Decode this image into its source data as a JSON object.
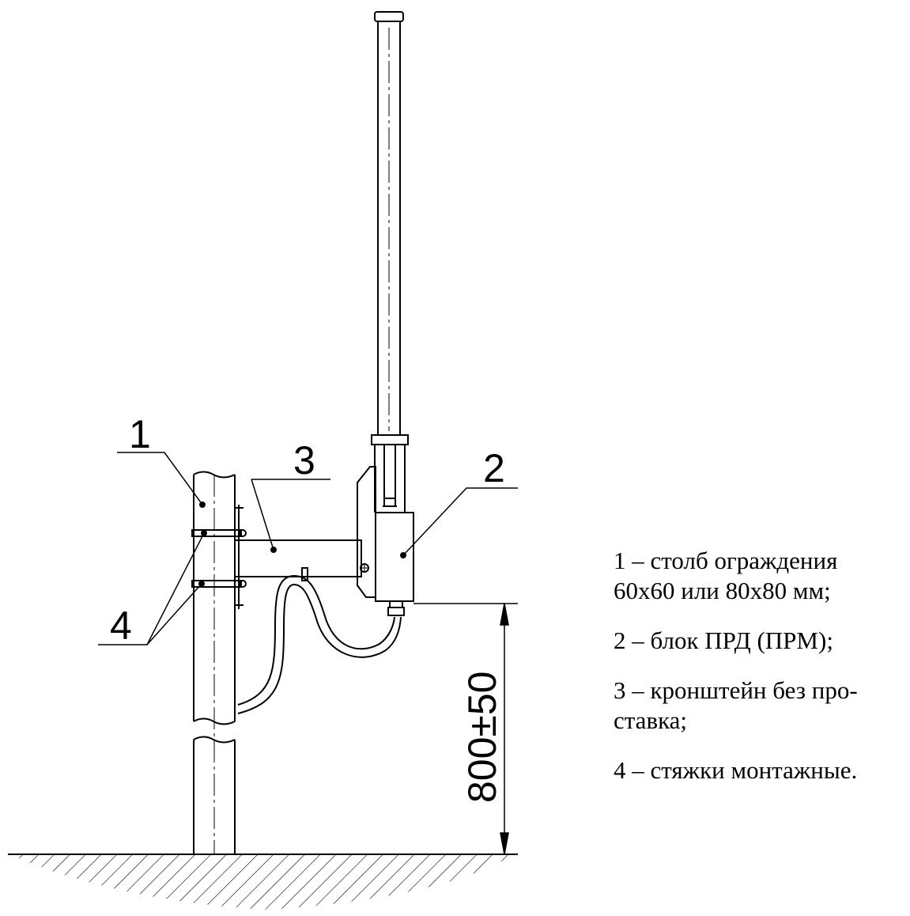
{
  "callouts": {
    "post": "1",
    "unit": "2",
    "bracket": "3",
    "ties": "4"
  },
  "dimension": {
    "height": "800±50"
  },
  "legend": [
    {
      "line1": "1 – столб ограждения",
      "line2": "60х60 или 80х80 мм;"
    },
    {
      "line1": "2 – блок ПРД (ПРМ);",
      "line2": ""
    },
    {
      "line1": "3 – кронштейн без про-",
      "line2": "ставка;"
    },
    {
      "line1": "4 – стяжки монтажные.",
      "line2": ""
    }
  ]
}
